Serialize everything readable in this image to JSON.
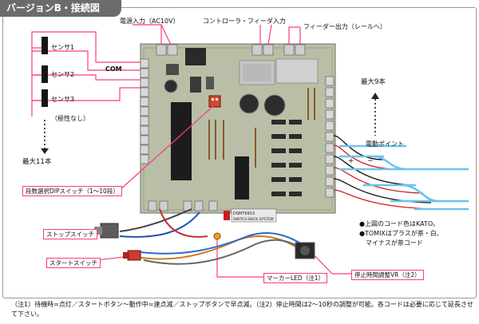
{
  "title": "バージョンB・接続図",
  "labels": {
    "power_in": "電源入力（AC10V）",
    "controller_feeder_in": "コントローラ・フィーダ入力",
    "feeder_out": "フィーダー出力（レールへ）",
    "com": "COM",
    "sensor1": "センサ1",
    "sensor2": "センサ2",
    "sensor3": "センサ3",
    "no_polarity": "（極性なし）",
    "max11": "最大11本",
    "max9": "最大9本",
    "electric_point": "電動ポイント",
    "plus": "+",
    "minus": "−",
    "dip_switch": "段数選択DIPスイッチ（1〜10段）",
    "stop_switch": "ストップスイッチ",
    "start_switch": "スタートスイッチ",
    "marker_led": "マーカーLED（注1）",
    "stop_time_vr": "停止時間調整VR（注2）",
    "board_text": "DSMT9913\nSWITCH BACK SYSTEM",
    "color_note": "●上図のコード色はKATO。",
    "tomix_note_1": "●TOMIXはプラスが茶・白、",
    "tomix_note_2": "マイナスが茶コード"
  },
  "footnote": "（注1）待機時=点灯／スタートボタン〜動作中=連点滅／ストップボタンで早点滅。（注2）停止時間は2〜10秒の調整が可能。各コードは必要に応じて延長させて下さい。",
  "colors": {
    "title_bg": "#6b6b6b",
    "pink_line": "#ff3a7a",
    "rail_blue": "#6cc3ee",
    "board_green": "#b9bfa6",
    "wire_red": "#d02020",
    "wire_black": "#111111"
  }
}
